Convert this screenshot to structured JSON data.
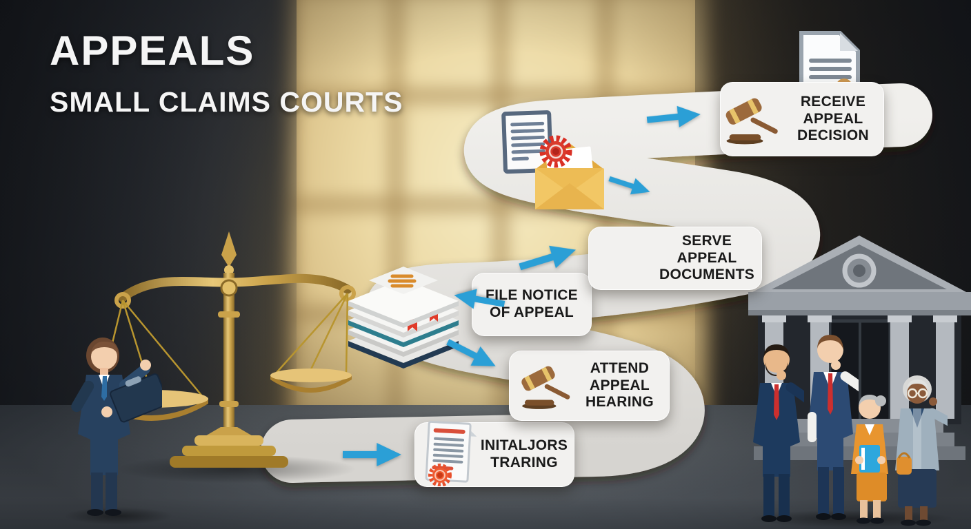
{
  "title": {
    "line1": "APPEALS",
    "line2": "SMALL CLAIMS COURTS"
  },
  "steps": [
    {
      "line1": "INITALJORS",
      "line2": "TRARING",
      "icon": "sealed-document-icon"
    },
    {
      "line1": "ATTEND APPEAL",
      "line2": "HEARING",
      "icon": "gavel-icon"
    },
    {
      "line1": "FILE NOTICE",
      "line2": "OF APPEAL",
      "icon": "paper-stack-icon"
    },
    {
      "line1": "SERVE APPEAL",
      "line2": "DOCUMENTS",
      "icon": "open-book-icon"
    },
    {
      "line1": "RECEIVE APPEAL",
      "line2": "DECISION",
      "icon": "gavel-icon"
    }
  ],
  "decorations": {
    "scales": "scales-of-justice",
    "lawyer": "lawyer-with-clipboard",
    "courthouse": "courthouse-facade",
    "litigants": "litigants-group",
    "mail": "document-with-seal-and-envelope",
    "stamped_document": "stamped-document"
  },
  "colors": {
    "arrow_blue": "#2B9FD6",
    "ribbon": "#E8E6E2",
    "card_bg": "#F2F1EF",
    "card_text": "#1A1A1A",
    "title_text": "#F5F5F5",
    "gold": "#C9A14A"
  }
}
